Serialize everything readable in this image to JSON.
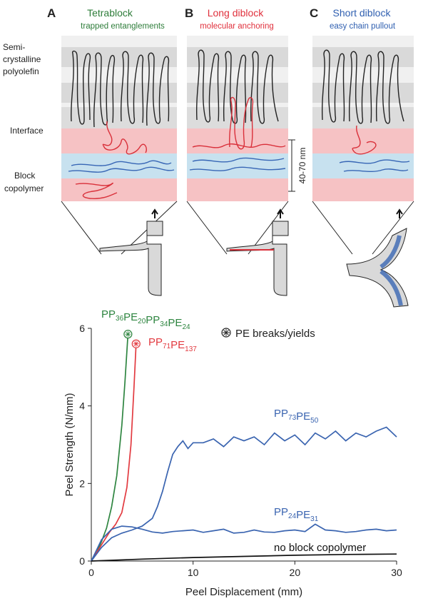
{
  "panels": [
    {
      "letter": "A",
      "title": "Tetrablock",
      "subtitle": "trapped entanglements",
      "title_color": "#2e7d3a"
    },
    {
      "letter": "B",
      "title": "Long diblock",
      "subtitle": "molecular anchoring",
      "title_color": "#e0303c"
    },
    {
      "letter": "C",
      "title": "Short diblock",
      "subtitle": "easy chain pullout",
      "title_color": "#2f5fb0"
    }
  ],
  "side_labels": {
    "semi": [
      "Semi-",
      "crystalline",
      "polyolefin"
    ],
    "interface": "Interface",
    "block": [
      "Block",
      "copolymer"
    ]
  },
  "scale_bar": "40-70 nm",
  "colors": {
    "gray_band": "#d9d9d9",
    "light_band": "#f0f0f0",
    "pink_band": "#f6c2c4",
    "blue_band": "#c7e1ef",
    "red_chain": "#d9303a",
    "blue_chain": "#3766b5",
    "black_chain": "#222222",
    "green": "#2e8540",
    "red": "#e23a40",
    "blue": "#3a64b0",
    "black": "#111111"
  },
  "chart_data": {
    "type": "line",
    "xlabel": "Peel Displacement (mm)",
    "ylabel": "Peel Strength (N/mm)",
    "xlim": [
      0,
      30
    ],
    "ylim": [
      0,
      6
    ],
    "xticks": [
      "0",
      "10",
      "20",
      "30"
    ],
    "yticks": [
      "0",
      "2",
      "4",
      "6"
    ],
    "legend": "PE breaks/yields",
    "series": [
      {
        "label_parts": [
          [
            "PP",
            "36"
          ],
          [
            "PE",
            "20"
          ],
          [
            "PP",
            "34"
          ],
          [
            "PE",
            "24"
          ]
        ],
        "color": "#2e8540",
        "break": true,
        "x": [
          0,
          0.5,
          1.0,
          1.5,
          2.0,
          2.5,
          3.0,
          3.3,
          3.6
        ],
        "y": [
          0,
          0.2,
          0.5,
          0.85,
          1.4,
          2.2,
          3.5,
          4.6,
          5.85
        ]
      },
      {
        "label_parts": [
          [
            "PP",
            "71"
          ],
          [
            "PE",
            "137"
          ]
        ],
        "color": "#e23a40",
        "break": true,
        "x": [
          0,
          0.6,
          1.2,
          1.8,
          2.4,
          3.0,
          3.5,
          3.9,
          4.2,
          4.4
        ],
        "y": [
          0,
          0.25,
          0.5,
          0.75,
          0.95,
          1.25,
          1.9,
          3.0,
          4.5,
          5.6
        ]
      },
      {
        "label_parts": [
          [
            "PP",
            "73"
          ],
          [
            "PE",
            "50"
          ]
        ],
        "color": "#3a64b0",
        "break": false,
        "x": [
          0,
          1,
          2,
          3,
          4,
          5,
          6,
          6.5,
          7,
          7.5,
          8,
          8.5,
          9,
          9.5,
          10,
          11,
          12,
          13,
          14,
          15,
          16,
          17,
          18,
          19,
          20,
          21,
          22,
          23,
          24,
          25,
          26,
          27,
          28,
          29,
          30
        ],
        "y": [
          0,
          0.35,
          0.6,
          0.72,
          0.8,
          0.9,
          1.1,
          1.4,
          1.8,
          2.3,
          2.75,
          2.95,
          3.1,
          2.9,
          3.05,
          3.05,
          3.15,
          2.95,
          3.2,
          3.1,
          3.2,
          3.0,
          3.3,
          3.1,
          3.25,
          3.0,
          3.3,
          3.15,
          3.35,
          3.1,
          3.3,
          3.2,
          3.35,
          3.45,
          3.2
        ]
      },
      {
        "label_parts": [
          [
            "PP",
            "24"
          ],
          [
            "PE",
            "31"
          ]
        ],
        "color": "#3a64b0",
        "break": false,
        "x": [
          0,
          1,
          2,
          3,
          4,
          5,
          6,
          7,
          8,
          9,
          10,
          11,
          12,
          13,
          14,
          15,
          16,
          17,
          18,
          19,
          20,
          21,
          22,
          23,
          24,
          25,
          26,
          27,
          28,
          29,
          30
        ],
        "y": [
          0,
          0.55,
          0.82,
          0.9,
          0.88,
          0.82,
          0.75,
          0.72,
          0.76,
          0.78,
          0.8,
          0.74,
          0.78,
          0.82,
          0.72,
          0.74,
          0.8,
          0.75,
          0.74,
          0.78,
          0.8,
          0.76,
          0.95,
          0.8,
          0.78,
          0.74,
          0.76,
          0.8,
          0.82,
          0.78,
          0.8
        ]
      },
      {
        "label": "no block copolymer",
        "color": "#111111",
        "break": false,
        "x": [
          0,
          5,
          10,
          15,
          20,
          25,
          30
        ],
        "y": [
          0,
          0.05,
          0.09,
          0.12,
          0.15,
          0.17,
          0.18
        ]
      }
    ]
  }
}
